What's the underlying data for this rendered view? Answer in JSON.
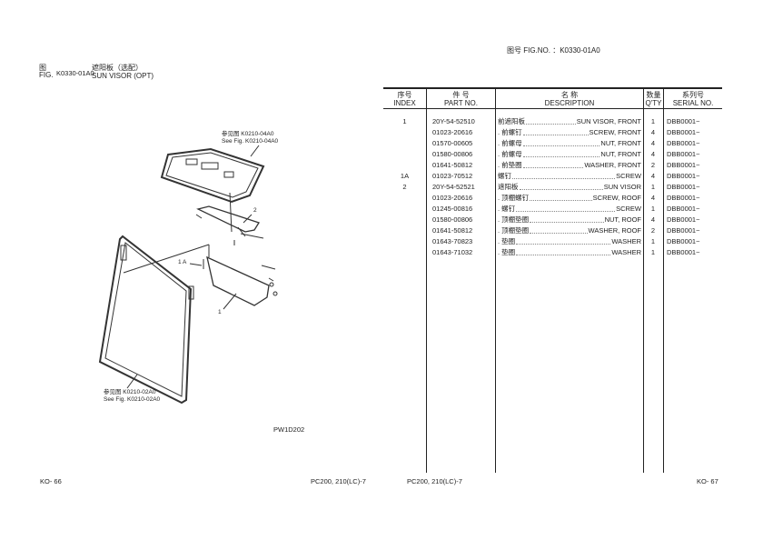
{
  "left_page": {
    "fig_cn": "图",
    "fig_en": "FIG.",
    "fig_no": "K0330-01A0",
    "title_cn": "遮阳板（选配）",
    "title_en": "SUN VISOR (OPT)",
    "callouts": {
      "ref_top_cn": "参见图 K0210-04A0",
      "ref_top_en": "See Fig. K0210-04A0",
      "ref_bottom_cn": "参见图 K0210-02A0",
      "ref_bottom_en": "See Fig. K0210-02A0",
      "item_2": "2",
      "item_1a": "1 A",
      "item_1": "1"
    },
    "drawing_code": "PW1D202",
    "page_no": "KO- 66",
    "model": "PC200, 210(LC)-7"
  },
  "right_page": {
    "fig_label": "图号  FIG.NO.  ：K0330-01A0",
    "headers": {
      "index_cn": "序号",
      "index_en": "INDEX",
      "part_cn": "件      号",
      "part_en": "PART NO.",
      "desc_cn": "名            称",
      "desc_en": "DESCRIPTION",
      "qty_cn": "数量",
      "qty_en": "Q'TY",
      "serial_cn": "系列号",
      "serial_en": "SERIAL NO."
    },
    "rows": [
      {
        "index": "1",
        "part": "20Y-54-52510",
        "cn": "前遮阳板",
        "desc": "SUN VISOR, FRONT",
        "qty": "1",
        "serial": "DBB0001~"
      },
      {
        "index": "",
        "part": "01023-20616",
        "cn": ". 前螺钉",
        "desc": "SCREW, FRONT",
        "qty": "4",
        "serial": "DBB0001~"
      },
      {
        "index": "",
        "part": "01570-00605",
        "cn": ". 前螺母",
        "desc": "NUT, FRONT",
        "qty": "4",
        "serial": "DBB0001~"
      },
      {
        "index": "",
        "part": "01580-00806",
        "cn": ". 前螺母",
        "desc": "NUT, FRONT",
        "qty": "4",
        "serial": "DBB0001~"
      },
      {
        "index": "",
        "part": "01641-50812",
        "cn": ". 前垫圈",
        "desc": "WASHER, FRONT",
        "qty": "2",
        "serial": "DBB0001~"
      },
      {
        "index": "1A",
        "part": "01023-70512",
        "cn": "螺钉",
        "desc": "SCREW",
        "qty": "4",
        "serial": "DBB0001~"
      },
      {
        "index": "2",
        "part": "20Y-54-52521",
        "cn": "遮阳板",
        "desc": "SUN VISOR",
        "qty": "1",
        "serial": "DBB0001~"
      },
      {
        "index": "",
        "part": "01023-20616",
        "cn": ". 顶棚螺钉",
        "desc": "SCREW, ROOF",
        "qty": "4",
        "serial": "DBB0001~"
      },
      {
        "index": "",
        "part": "01245-00816",
        "cn": ". 螺钉",
        "desc": "SCREW",
        "qty": "1",
        "serial": "DBB0001~"
      },
      {
        "index": "",
        "part": "01580-00806",
        "cn": ". 顶棚垫圈",
        "desc": "NUT, ROOF",
        "qty": "4",
        "serial": "DBB0001~"
      },
      {
        "index": "",
        "part": "01641-50812",
        "cn": ". 顶棚垫圈",
        "desc": "WASHER, ROOF",
        "qty": "2",
        "serial": "DBB0001~"
      },
      {
        "index": "",
        "part": "01643-70823",
        "cn": ". 垫圈",
        "desc": "WASHER",
        "qty": "1",
        "serial": "DBB0001~"
      },
      {
        "index": "",
        "part": "01643-71032",
        "cn": ". 垫圈",
        "desc": "WASHER",
        "qty": "1",
        "serial": "DBB0001~"
      }
    ],
    "model": "PC200, 210(LC)-7",
    "page_no": "KO- 67"
  }
}
